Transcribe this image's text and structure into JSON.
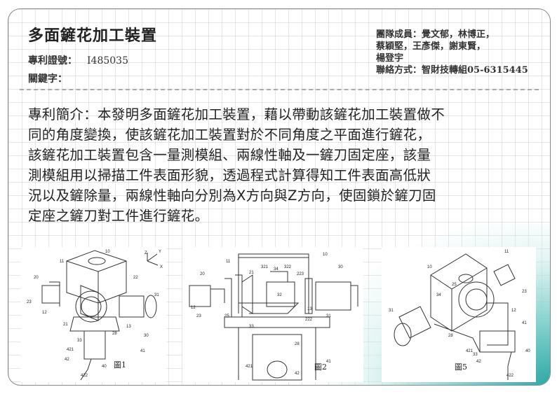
{
  "title": "多面鏟花加工裝置",
  "patent": {
    "label": "專利證號：",
    "value": "I485035"
  },
  "keywords": {
    "label": "關鍵字："
  },
  "team": {
    "lines": [
      "團隊成員：覺文郁，林博正，",
      "蔡穎堅，王彥傑，謝東賢，",
      "楊登宇"
    ],
    "contact": "聯絡方式：智財技轉組05-6315445"
  },
  "summary": {
    "lines": [
      "專利簡介：本發明多面鏟花加工裝置，藉以帶動該鏟花加工裝置做不",
      "同的角度變換，使該鏟花加工裝置對於不同角度之平面進行鏟花，",
      "該鏟花加工裝置包含一量測模組、兩線性軸及一鏟刀固定座，該量",
      "測模組用以掃描工件表面形貌，透過程式計算得知工件表面高低狀",
      "況以及鏟除量，兩線性軸向分別為X方向與Z方向，使固鎖於鏟刀固",
      "定座之鏟刀對工件進行鏟花。"
    ]
  },
  "figures": [
    {
      "caption": "圖1",
      "labels": [
        "10",
        "11",
        "20",
        "23",
        "12",
        "21",
        "22",
        "31",
        "30",
        "13",
        "28",
        "33",
        "421",
        "41",
        "42",
        "40",
        "422",
        "Z",
        "Y",
        "X"
      ]
    },
    {
      "caption": "圖2",
      "labels": [
        "10",
        "11",
        "20",
        "21",
        "321",
        "34",
        "322",
        "223",
        "30",
        "23",
        "12",
        "25",
        "33",
        "32",
        "222",
        "13",
        "31",
        "28",
        "41",
        "421",
        "42"
      ]
    },
    {
      "caption": "圖5",
      "labels": [
        "10",
        "11",
        "25",
        "23",
        "34",
        "12",
        "41",
        "31",
        "40",
        "28",
        "33",
        "421",
        "42",
        "422"
      ]
    }
  ]
}
